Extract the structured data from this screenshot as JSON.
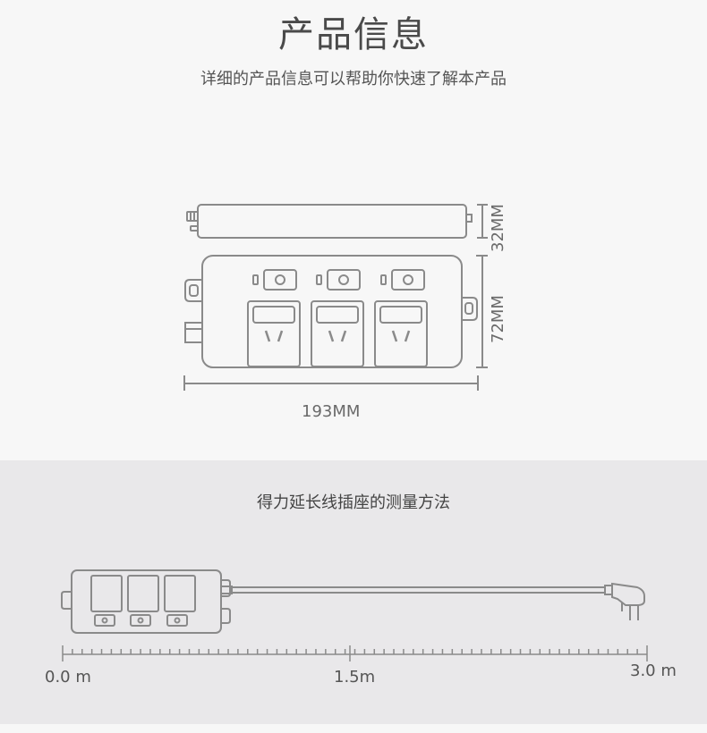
{
  "header": {
    "title": "产品信息",
    "subtitle": "详细的产品信息可以帮助你快速了解本产品"
  },
  "dimensions": {
    "height": "32MM",
    "depth": "72MM",
    "width": "193MM"
  },
  "measurement": {
    "title": "得力延长线插座的测量方法",
    "scale_start": "0.0 m",
    "scale_mid": "1.5m",
    "scale_end": "3.0 m"
  },
  "colors": {
    "stroke": "#8a8a8a",
    "top_bg": "#f7f7f7",
    "bottom_bg": "#e9e8ea"
  }
}
